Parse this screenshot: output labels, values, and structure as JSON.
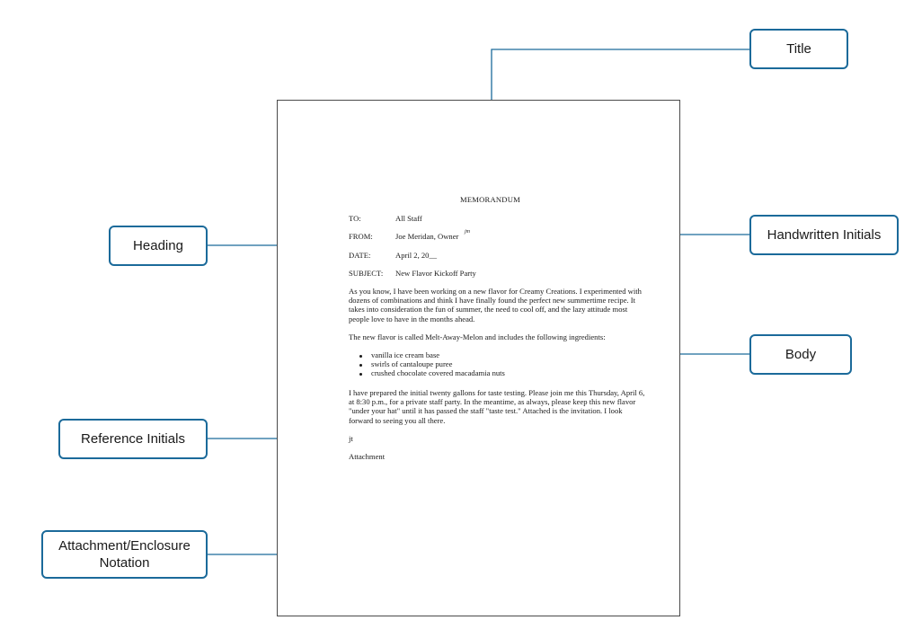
{
  "colors": {
    "leader": "#1b6a9a",
    "callout_border": "#1b6a9a",
    "page_border": "#4a4a4a"
  },
  "callouts": {
    "title": "Title",
    "heading": "Heading",
    "handwritten_initials": "Handwritten Initials",
    "body": "Body",
    "reference_initials": "Reference Initials",
    "attachment_line1": "Attachment/Enclosure",
    "attachment_line2": "Notation"
  },
  "memo": {
    "title": "MEMORANDUM",
    "to_label": "TO:",
    "to_value": "All Staff",
    "from_label": "FROM:",
    "from_value": "Joe Meridan, Owner",
    "from_initials": "jm",
    "date_label": "DATE:",
    "date_value": "April 2, 20__",
    "subject_label": "SUBJECT:",
    "subject_value": "New Flavor Kickoff Party",
    "paragraph1": "As you know, I have been working on a new flavor for Creamy Creations. I experimented with dozens of combinations and think I have finally found the perfect new summertime recipe. It takes into consideration the fun of summer, the need to cool off, and the lazy attitude most people love to have in the months ahead.",
    "paragraph2": "The new flavor is called Melt-Away-Melon and includes the following ingredients:",
    "ingredients": [
      "vanilla ice cream base",
      "swirls of cantaloupe puree",
      "crushed chocolate covered macadamia nuts"
    ],
    "paragraph3": "I have prepared the initial twenty gallons for taste testing. Please join me this Thursday, April 6, at 8:30 p.m., for a private staff party. In the meantime, as always, please keep this new flavor \"under your hat\" until it has passed the staff \"taste test.\" Attached is the invitation. I look forward to seeing you all there.",
    "reference_initials": "jt",
    "attachment": "Attachment"
  }
}
